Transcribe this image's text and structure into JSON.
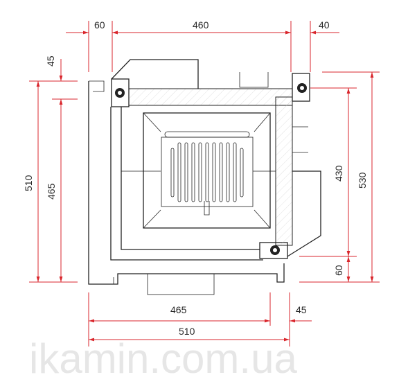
{
  "watermark": "ikamin.com.ua",
  "accent_color": "#d9262c",
  "dimensions": {
    "top": [
      "60",
      "460",
      "40"
    ],
    "left": [
      "45",
      "510",
      "465"
    ],
    "right": [
      "430",
      "530",
      "60"
    ],
    "bottom": [
      "465",
      "45",
      "510"
    ]
  }
}
